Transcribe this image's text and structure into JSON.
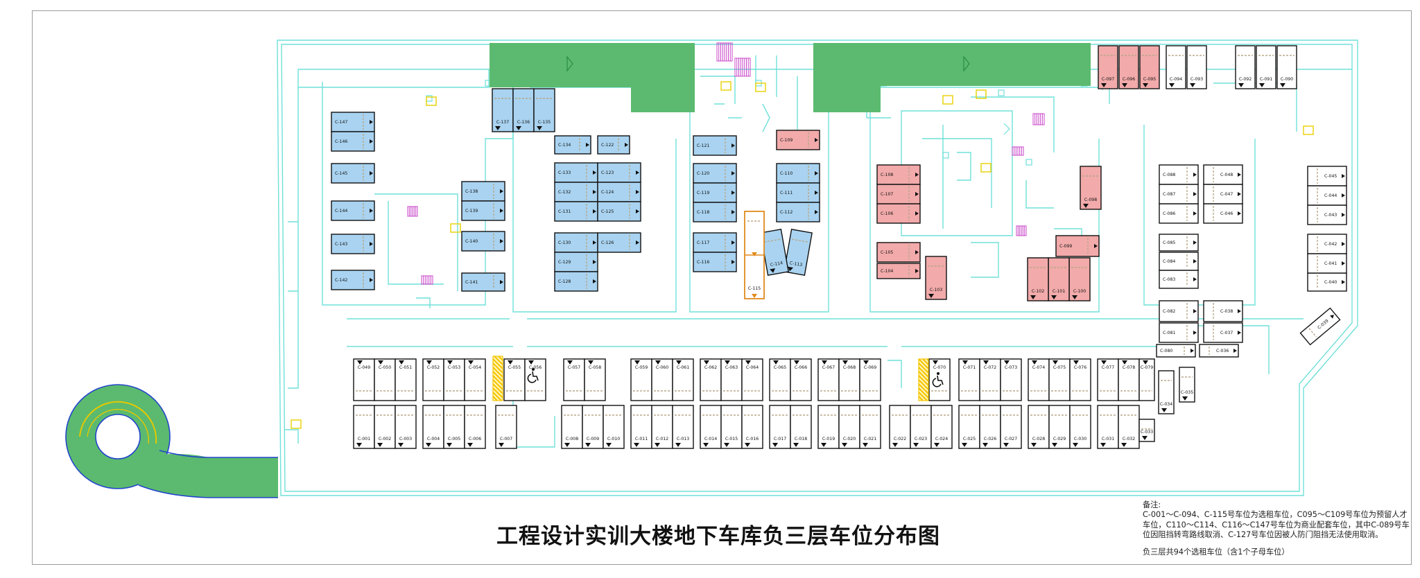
{
  "title": "工程设计实训大楼地下车库负三层车位分布图",
  "notes": {
    "title": "备注:",
    "body": "C-001～C-094、C-115号车位为选租车位，C095～C109号车位为预留人才车位，C110～C114、C116～C147号车位为商业配套车位，其中C-089号车位因阻挡转弯路线取消、C-127号车位因被人防门阻挡无法使用取消。",
    "summary": "负三层共94个选租车位（含1个子母车位）"
  },
  "colors": {
    "rental": "#ffffff",
    "talent": "#f2aaaa",
    "commercial": "#a9d3f0",
    "ramp": "#5bba6f",
    "wall": "#6fe0d8",
    "stair": "#c844c8",
    "hatch": "#f5c400",
    "ramp_outline": "#2244cc",
    "special_orange": "#e08a1c"
  },
  "icons": [
    "accessible-parking-icon",
    "accessible-parking-icon",
    "direction-arrow-icon"
  ],
  "spaces": [
    {
      "id": "C-001",
      "cat": "rental"
    },
    {
      "id": "C-002",
      "cat": "rental"
    },
    {
      "id": "C-003",
      "cat": "rental"
    },
    {
      "id": "C-004",
      "cat": "rental"
    },
    {
      "id": "C-005",
      "cat": "rental"
    },
    {
      "id": "C-006",
      "cat": "rental"
    },
    {
      "id": "C-007",
      "cat": "rental"
    },
    {
      "id": "C-008",
      "cat": "rental"
    },
    {
      "id": "C-009",
      "cat": "rental"
    },
    {
      "id": "C-010",
      "cat": "rental"
    },
    {
      "id": "C-011",
      "cat": "rental"
    },
    {
      "id": "C-012",
      "cat": "rental"
    },
    {
      "id": "C-013",
      "cat": "rental"
    },
    {
      "id": "C-014",
      "cat": "rental"
    },
    {
      "id": "C-015",
      "cat": "rental"
    },
    {
      "id": "C-016",
      "cat": "rental"
    },
    {
      "id": "C-017",
      "cat": "rental"
    },
    {
      "id": "C-018",
      "cat": "rental"
    },
    {
      "id": "C-019",
      "cat": "rental"
    },
    {
      "id": "C-020",
      "cat": "rental"
    },
    {
      "id": "C-021",
      "cat": "rental"
    },
    {
      "id": "C-022",
      "cat": "rental"
    },
    {
      "id": "C-023",
      "cat": "rental"
    },
    {
      "id": "C-024",
      "cat": "rental"
    },
    {
      "id": "C-025",
      "cat": "rental"
    },
    {
      "id": "C-026",
      "cat": "rental"
    },
    {
      "id": "C-027",
      "cat": "rental"
    },
    {
      "id": "C-028",
      "cat": "rental"
    },
    {
      "id": "C-029",
      "cat": "rental"
    },
    {
      "id": "C-030",
      "cat": "rental"
    },
    {
      "id": "C-031",
      "cat": "rental"
    },
    {
      "id": "C-032",
      "cat": "rental"
    },
    {
      "id": "C-033",
      "cat": "rental"
    },
    {
      "id": "C-034",
      "cat": "rental"
    },
    {
      "id": "C-035",
      "cat": "rental"
    },
    {
      "id": "C-036",
      "cat": "rental"
    },
    {
      "id": "C-037",
      "cat": "rental"
    },
    {
      "id": "C-038",
      "cat": "rental"
    },
    {
      "id": "C-039",
      "cat": "rental"
    },
    {
      "id": "C-040",
      "cat": "rental"
    },
    {
      "id": "C-041",
      "cat": "rental"
    },
    {
      "id": "C-042",
      "cat": "rental"
    },
    {
      "id": "C-043",
      "cat": "rental"
    },
    {
      "id": "C-044",
      "cat": "rental"
    },
    {
      "id": "C-045",
      "cat": "rental"
    },
    {
      "id": "C-046",
      "cat": "rental"
    },
    {
      "id": "C-047",
      "cat": "rental"
    },
    {
      "id": "C-048",
      "cat": "rental"
    },
    {
      "id": "C-049",
      "cat": "rental"
    },
    {
      "id": "C-050",
      "cat": "rental"
    },
    {
      "id": "C-051",
      "cat": "rental"
    },
    {
      "id": "C-052",
      "cat": "rental"
    },
    {
      "id": "C-053",
      "cat": "rental"
    },
    {
      "id": "C-054",
      "cat": "rental"
    },
    {
      "id": "C-055",
      "cat": "rental"
    },
    {
      "id": "C-056",
      "cat": "rental"
    },
    {
      "id": "C-057",
      "cat": "rental"
    },
    {
      "id": "C-058",
      "cat": "rental"
    },
    {
      "id": "C-059",
      "cat": "rental"
    },
    {
      "id": "C-060",
      "cat": "rental"
    },
    {
      "id": "C-061",
      "cat": "rental"
    },
    {
      "id": "C-062",
      "cat": "rental"
    },
    {
      "id": "C-063",
      "cat": "rental"
    },
    {
      "id": "C-064",
      "cat": "rental"
    },
    {
      "id": "C-065",
      "cat": "rental"
    },
    {
      "id": "C-066",
      "cat": "rental"
    },
    {
      "id": "C-067",
      "cat": "rental"
    },
    {
      "id": "C-068",
      "cat": "rental"
    },
    {
      "id": "C-069",
      "cat": "rental"
    },
    {
      "id": "C-070",
      "cat": "rental"
    },
    {
      "id": "C-071",
      "cat": "rental"
    },
    {
      "id": "C-072",
      "cat": "rental"
    },
    {
      "id": "C-073",
      "cat": "rental"
    },
    {
      "id": "C-074",
      "cat": "rental"
    },
    {
      "id": "C-075",
      "cat": "rental"
    },
    {
      "id": "C-076",
      "cat": "rental"
    },
    {
      "id": "C-077",
      "cat": "rental"
    },
    {
      "id": "C-078",
      "cat": "rental"
    },
    {
      "id": "C-079",
      "cat": "rental"
    },
    {
      "id": "C-080",
      "cat": "rental"
    },
    {
      "id": "C-081",
      "cat": "rental"
    },
    {
      "id": "C-082",
      "cat": "rental"
    },
    {
      "id": "C-083",
      "cat": "rental"
    },
    {
      "id": "C-084",
      "cat": "rental"
    },
    {
      "id": "C-085",
      "cat": "rental"
    },
    {
      "id": "C-086",
      "cat": "rental"
    },
    {
      "id": "C-087",
      "cat": "rental"
    },
    {
      "id": "C-088",
      "cat": "rental"
    },
    {
      "id": "C-090",
      "cat": "rental"
    },
    {
      "id": "C-091",
      "cat": "rental"
    },
    {
      "id": "C-092",
      "cat": "rental"
    },
    {
      "id": "C-093",
      "cat": "rental"
    },
    {
      "id": "C-094",
      "cat": "rental"
    },
    {
      "id": "C-095",
      "cat": "talent"
    },
    {
      "id": "C-096",
      "cat": "talent"
    },
    {
      "id": "C-097",
      "cat": "talent"
    },
    {
      "id": "C-098",
      "cat": "talent"
    },
    {
      "id": "C-099",
      "cat": "talent"
    },
    {
      "id": "C-100",
      "cat": "talent"
    },
    {
      "id": "C-101",
      "cat": "talent"
    },
    {
      "id": "C-102",
      "cat": "talent"
    },
    {
      "id": "C-103",
      "cat": "talent"
    },
    {
      "id": "C-104",
      "cat": "talent"
    },
    {
      "id": "C-105",
      "cat": "talent"
    },
    {
      "id": "C-106",
      "cat": "talent"
    },
    {
      "id": "C-107",
      "cat": "talent"
    },
    {
      "id": "C-108",
      "cat": "talent"
    },
    {
      "id": "C-109",
      "cat": "talent"
    },
    {
      "id": "C-110",
      "cat": "commercial"
    },
    {
      "id": "C-111",
      "cat": "commercial"
    },
    {
      "id": "C-112",
      "cat": "commercial"
    },
    {
      "id": "C-113",
      "cat": "commercial"
    },
    {
      "id": "C-114",
      "cat": "commercial"
    },
    {
      "id": "C-115",
      "cat": "special"
    },
    {
      "id": "C-116",
      "cat": "commercial"
    },
    {
      "id": "C-117",
      "cat": "commercial"
    },
    {
      "id": "C-118",
      "cat": "commercial"
    },
    {
      "id": "C-119",
      "cat": "commercial"
    },
    {
      "id": "C-120",
      "cat": "commercial"
    },
    {
      "id": "C-121",
      "cat": "commercial"
    },
    {
      "id": "C-122",
      "cat": "commercial"
    },
    {
      "id": "C-123",
      "cat": "commercial"
    },
    {
      "id": "C-124",
      "cat": "commercial"
    },
    {
      "id": "C-125",
      "cat": "commercial"
    },
    {
      "id": "C-126",
      "cat": "commercial"
    },
    {
      "id": "C-128",
      "cat": "commercial"
    },
    {
      "id": "C-129",
      "cat": "commercial"
    },
    {
      "id": "C-130",
      "cat": "commercial"
    },
    {
      "id": "C-131",
      "cat": "commercial"
    },
    {
      "id": "C-132",
      "cat": "commercial"
    },
    {
      "id": "C-133",
      "cat": "commercial"
    },
    {
      "id": "C-134",
      "cat": "commercial"
    },
    {
      "id": "C-135",
      "cat": "commercial"
    },
    {
      "id": "C-136",
      "cat": "commercial"
    },
    {
      "id": "C-137",
      "cat": "commercial"
    },
    {
      "id": "C-138",
      "cat": "commercial"
    },
    {
      "id": "C-139",
      "cat": "commercial"
    },
    {
      "id": "C-140",
      "cat": "commercial"
    },
    {
      "id": "C-141",
      "cat": "commercial"
    },
    {
      "id": "C-142",
      "cat": "commercial"
    },
    {
      "id": "C-143",
      "cat": "commercial"
    },
    {
      "id": "C-144",
      "cat": "commercial"
    },
    {
      "id": "C-145",
      "cat": "commercial"
    },
    {
      "id": "C-146",
      "cat": "commercial"
    },
    {
      "id": "C-147",
      "cat": "commercial"
    }
  ]
}
